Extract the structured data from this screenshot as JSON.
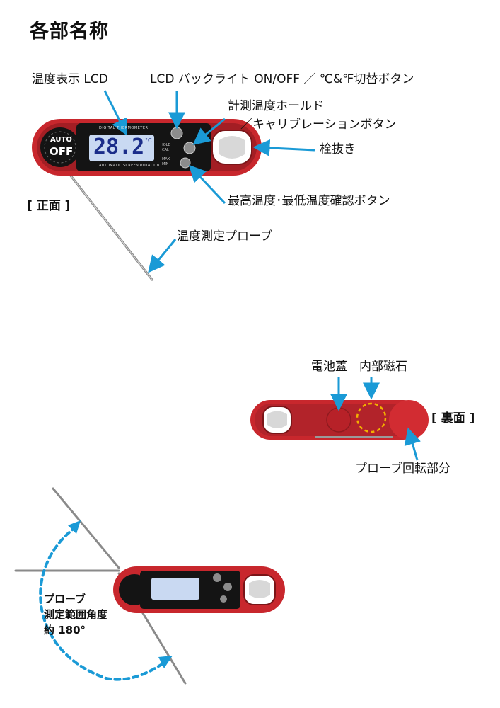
{
  "page_title": "各部名称",
  "front": {
    "side_label": "[ 正面 ]",
    "callouts": {
      "lcd": "温度表示 LCD",
      "backlight": "LCD バックライト ON/OFF ／ ℃&℉切替ボタン",
      "hold_line1": "計測温度ホールド",
      "hold_line2": "／キャリブレーションボタン",
      "opener": "栓抜き",
      "maxmin": "最高温度･最低温度確認ボタン",
      "probe": "温度測定プローブ"
    },
    "device": {
      "brand_text": "DIGITAL THERMOMETER",
      "footer_text": "AUTOMATIC SCREEN ROTATION",
      "temperature": "28.2",
      "unit": "°C",
      "auto_label": "AUTO",
      "off_label": "OFF",
      "hold_label": "HOLD",
      "cal_label": "CAL",
      "max_label": "MAX",
      "min_label": "MIN"
    }
  },
  "back": {
    "side_label": "[ 裏面 ]",
    "callouts": {
      "battery_cover": "電池蓋",
      "magnet": "内部磁石",
      "probe_pivot": "プローブ回転部分"
    }
  },
  "angle": {
    "line1": "プローブ",
    "line2": "測定範囲角度",
    "line3": "約 180°"
  },
  "colors": {
    "device_red": "#c8272d",
    "device_dark_red": "#8f1a1f",
    "panel_black": "#141414",
    "lcd_blue": "#c9d9f2",
    "arrow_blue": "#1a9ad6",
    "magnet_outline": "#f2b100"
  }
}
